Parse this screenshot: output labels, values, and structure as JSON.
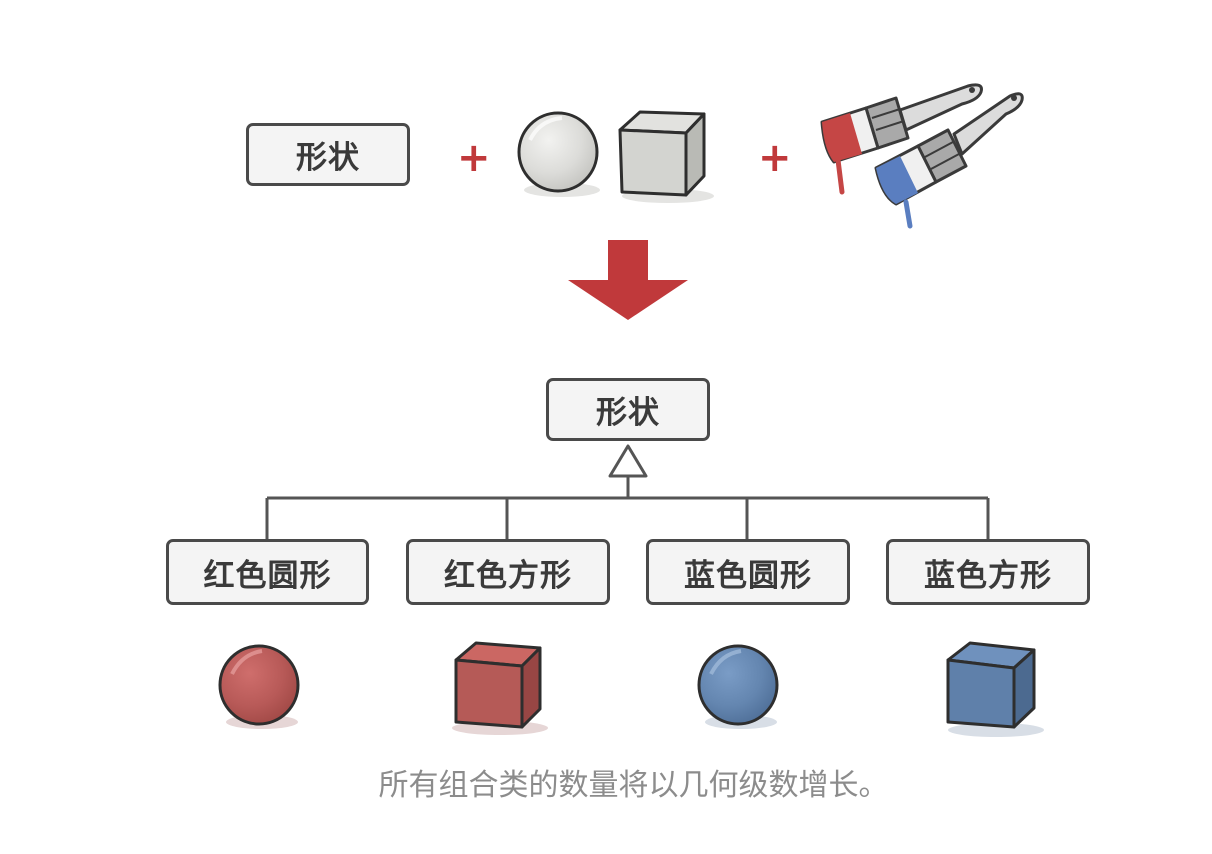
{
  "top": {
    "shape_label": "形状",
    "plus_1": "+",
    "plus_2": "+"
  },
  "hierarchy": {
    "parent_label": "形状",
    "children": [
      "红色圆形",
      "红色方形",
      "蓝色圆形",
      "蓝色方形"
    ]
  },
  "caption": "所有组合类的数量将以几何级数增长。",
  "colors": {
    "red": "#c0393b",
    "blue": "#5a7ea8",
    "outline": "#4a4a4a",
    "box_bg": "#f4f4f4",
    "caption": "#8c8c8c"
  }
}
